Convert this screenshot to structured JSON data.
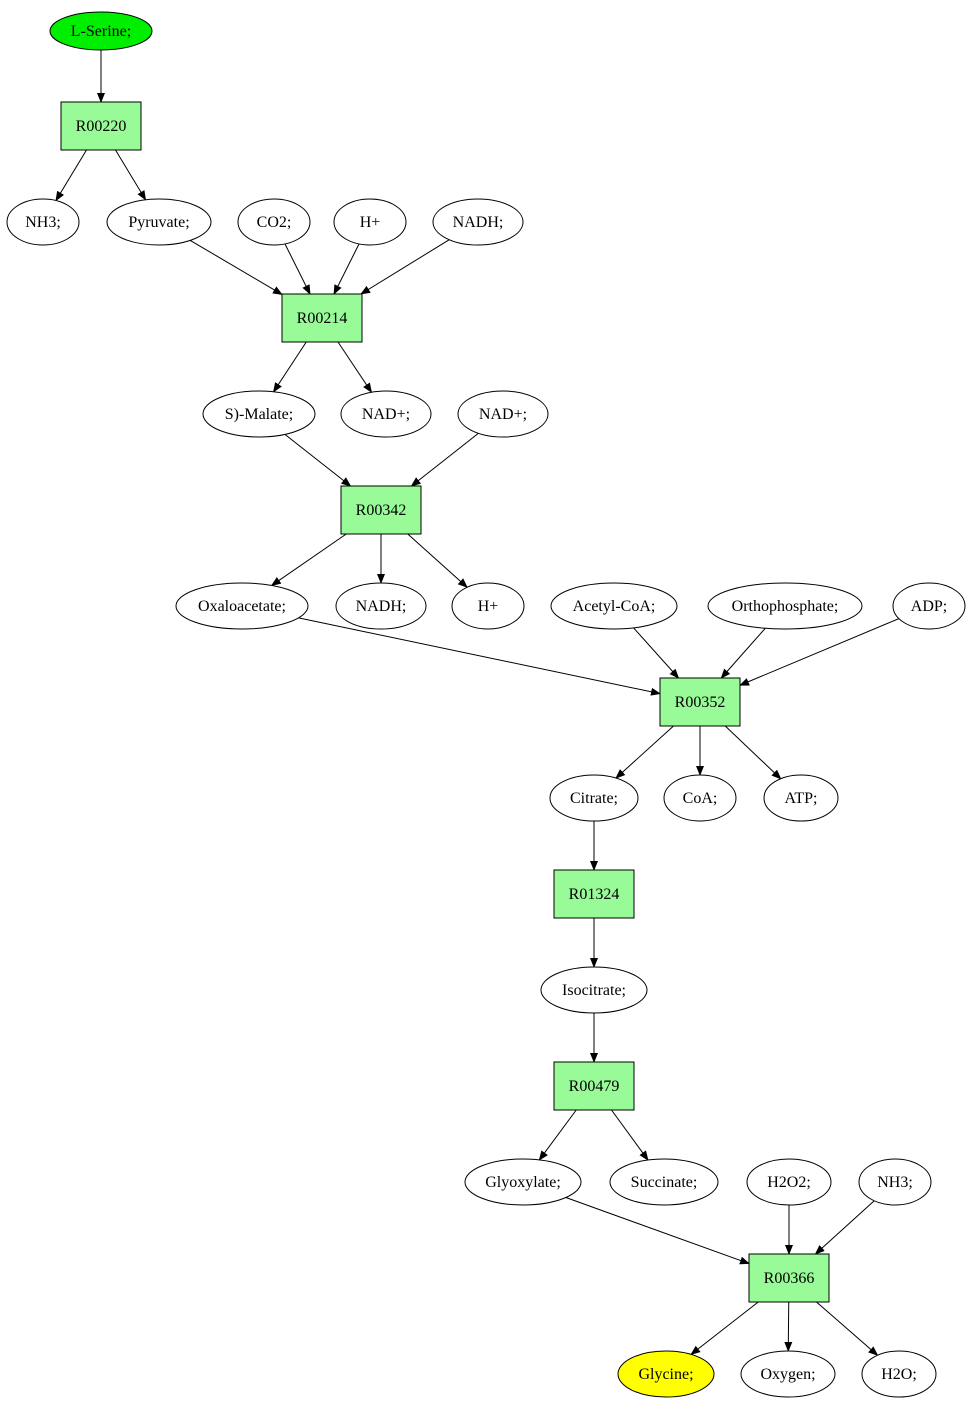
{
  "colors": {
    "compound_fill": "#ffffff",
    "reaction_fill": "#98fb98",
    "start_fill": "#00ee00",
    "end_fill": "#ffff00",
    "stroke": "#000000"
  },
  "nodes": [
    {
      "id": "l_serine",
      "label": "L-Serine;",
      "kind": "compound",
      "role": "start"
    },
    {
      "id": "r00220",
      "label": "R00220",
      "kind": "reaction"
    },
    {
      "id": "nh3_1",
      "label": "NH3;",
      "kind": "compound"
    },
    {
      "id": "pyruvate",
      "label": "Pyruvate;",
      "kind": "compound"
    },
    {
      "id": "co2",
      "label": "CO2;",
      "kind": "compound"
    },
    {
      "id": "hplus_1",
      "label": "H+",
      "kind": "compound"
    },
    {
      "id": "nadh_1",
      "label": "NADH;",
      "kind": "compound"
    },
    {
      "id": "r00214",
      "label": "R00214",
      "kind": "reaction"
    },
    {
      "id": "s_malate",
      "label": "S)-Malate;",
      "kind": "compound"
    },
    {
      "id": "nadplus_1",
      "label": "NAD+;",
      "kind": "compound"
    },
    {
      "id": "nadplus_2",
      "label": "NAD+;",
      "kind": "compound"
    },
    {
      "id": "r00342",
      "label": "R00342",
      "kind": "reaction"
    },
    {
      "id": "oxaloacetate",
      "label": "Oxaloacetate;",
      "kind": "compound"
    },
    {
      "id": "nadh_2",
      "label": "NADH;",
      "kind": "compound"
    },
    {
      "id": "hplus_2",
      "label": "H+",
      "kind": "compound"
    },
    {
      "id": "acetyl_coa",
      "label": "Acetyl-CoA;",
      "kind": "compound"
    },
    {
      "id": "orthophosphate",
      "label": "Orthophosphate;",
      "kind": "compound"
    },
    {
      "id": "adp",
      "label": "ADP;",
      "kind": "compound"
    },
    {
      "id": "r00352",
      "label": "R00352",
      "kind": "reaction"
    },
    {
      "id": "citrate",
      "label": "Citrate;",
      "kind": "compound"
    },
    {
      "id": "coa",
      "label": "CoA;",
      "kind": "compound"
    },
    {
      "id": "atp",
      "label": "ATP;",
      "kind": "compound"
    },
    {
      "id": "r01324",
      "label": "R01324",
      "kind": "reaction"
    },
    {
      "id": "isocitrate",
      "label": "Isocitrate;",
      "kind": "compound"
    },
    {
      "id": "r00479",
      "label": "R00479",
      "kind": "reaction"
    },
    {
      "id": "glyoxylate",
      "label": "Glyoxylate;",
      "kind": "compound"
    },
    {
      "id": "succinate",
      "label": "Succinate;",
      "kind": "compound"
    },
    {
      "id": "h2o2",
      "label": "H2O2;",
      "kind": "compound"
    },
    {
      "id": "nh3_2",
      "label": "NH3;",
      "kind": "compound"
    },
    {
      "id": "r00366",
      "label": "R00366",
      "kind": "reaction"
    },
    {
      "id": "glycine",
      "label": "Glycine;",
      "kind": "compound",
      "role": "end"
    },
    {
      "id": "oxygen",
      "label": "Oxygen;",
      "kind": "compound"
    },
    {
      "id": "h2o",
      "label": "H2O;",
      "kind": "compound"
    }
  ],
  "edges": [
    [
      "l_serine",
      "r00220"
    ],
    [
      "r00220",
      "nh3_1"
    ],
    [
      "r00220",
      "pyruvate"
    ],
    [
      "pyruvate",
      "r00214"
    ],
    [
      "co2",
      "r00214"
    ],
    [
      "hplus_1",
      "r00214"
    ],
    [
      "nadh_1",
      "r00214"
    ],
    [
      "r00214",
      "s_malate"
    ],
    [
      "r00214",
      "nadplus_1"
    ],
    [
      "s_malate",
      "r00342"
    ],
    [
      "nadplus_2",
      "r00342"
    ],
    [
      "r00342",
      "oxaloacetate"
    ],
    [
      "r00342",
      "nadh_2"
    ],
    [
      "r00342",
      "hplus_2"
    ],
    [
      "oxaloacetate",
      "r00352"
    ],
    [
      "acetyl_coa",
      "r00352"
    ],
    [
      "orthophosphate",
      "r00352"
    ],
    [
      "adp",
      "r00352"
    ],
    [
      "r00352",
      "citrate"
    ],
    [
      "r00352",
      "coa"
    ],
    [
      "r00352",
      "atp"
    ],
    [
      "citrate",
      "r01324"
    ],
    [
      "r01324",
      "isocitrate"
    ],
    [
      "isocitrate",
      "r00479"
    ],
    [
      "r00479",
      "glyoxylate"
    ],
    [
      "r00479",
      "succinate"
    ],
    [
      "glyoxylate",
      "r00366"
    ],
    [
      "h2o2",
      "r00366"
    ],
    [
      "nh3_2",
      "r00366"
    ],
    [
      "r00366",
      "glycine"
    ],
    [
      "r00366",
      "oxygen"
    ],
    [
      "r00366",
      "h2o"
    ]
  ]
}
